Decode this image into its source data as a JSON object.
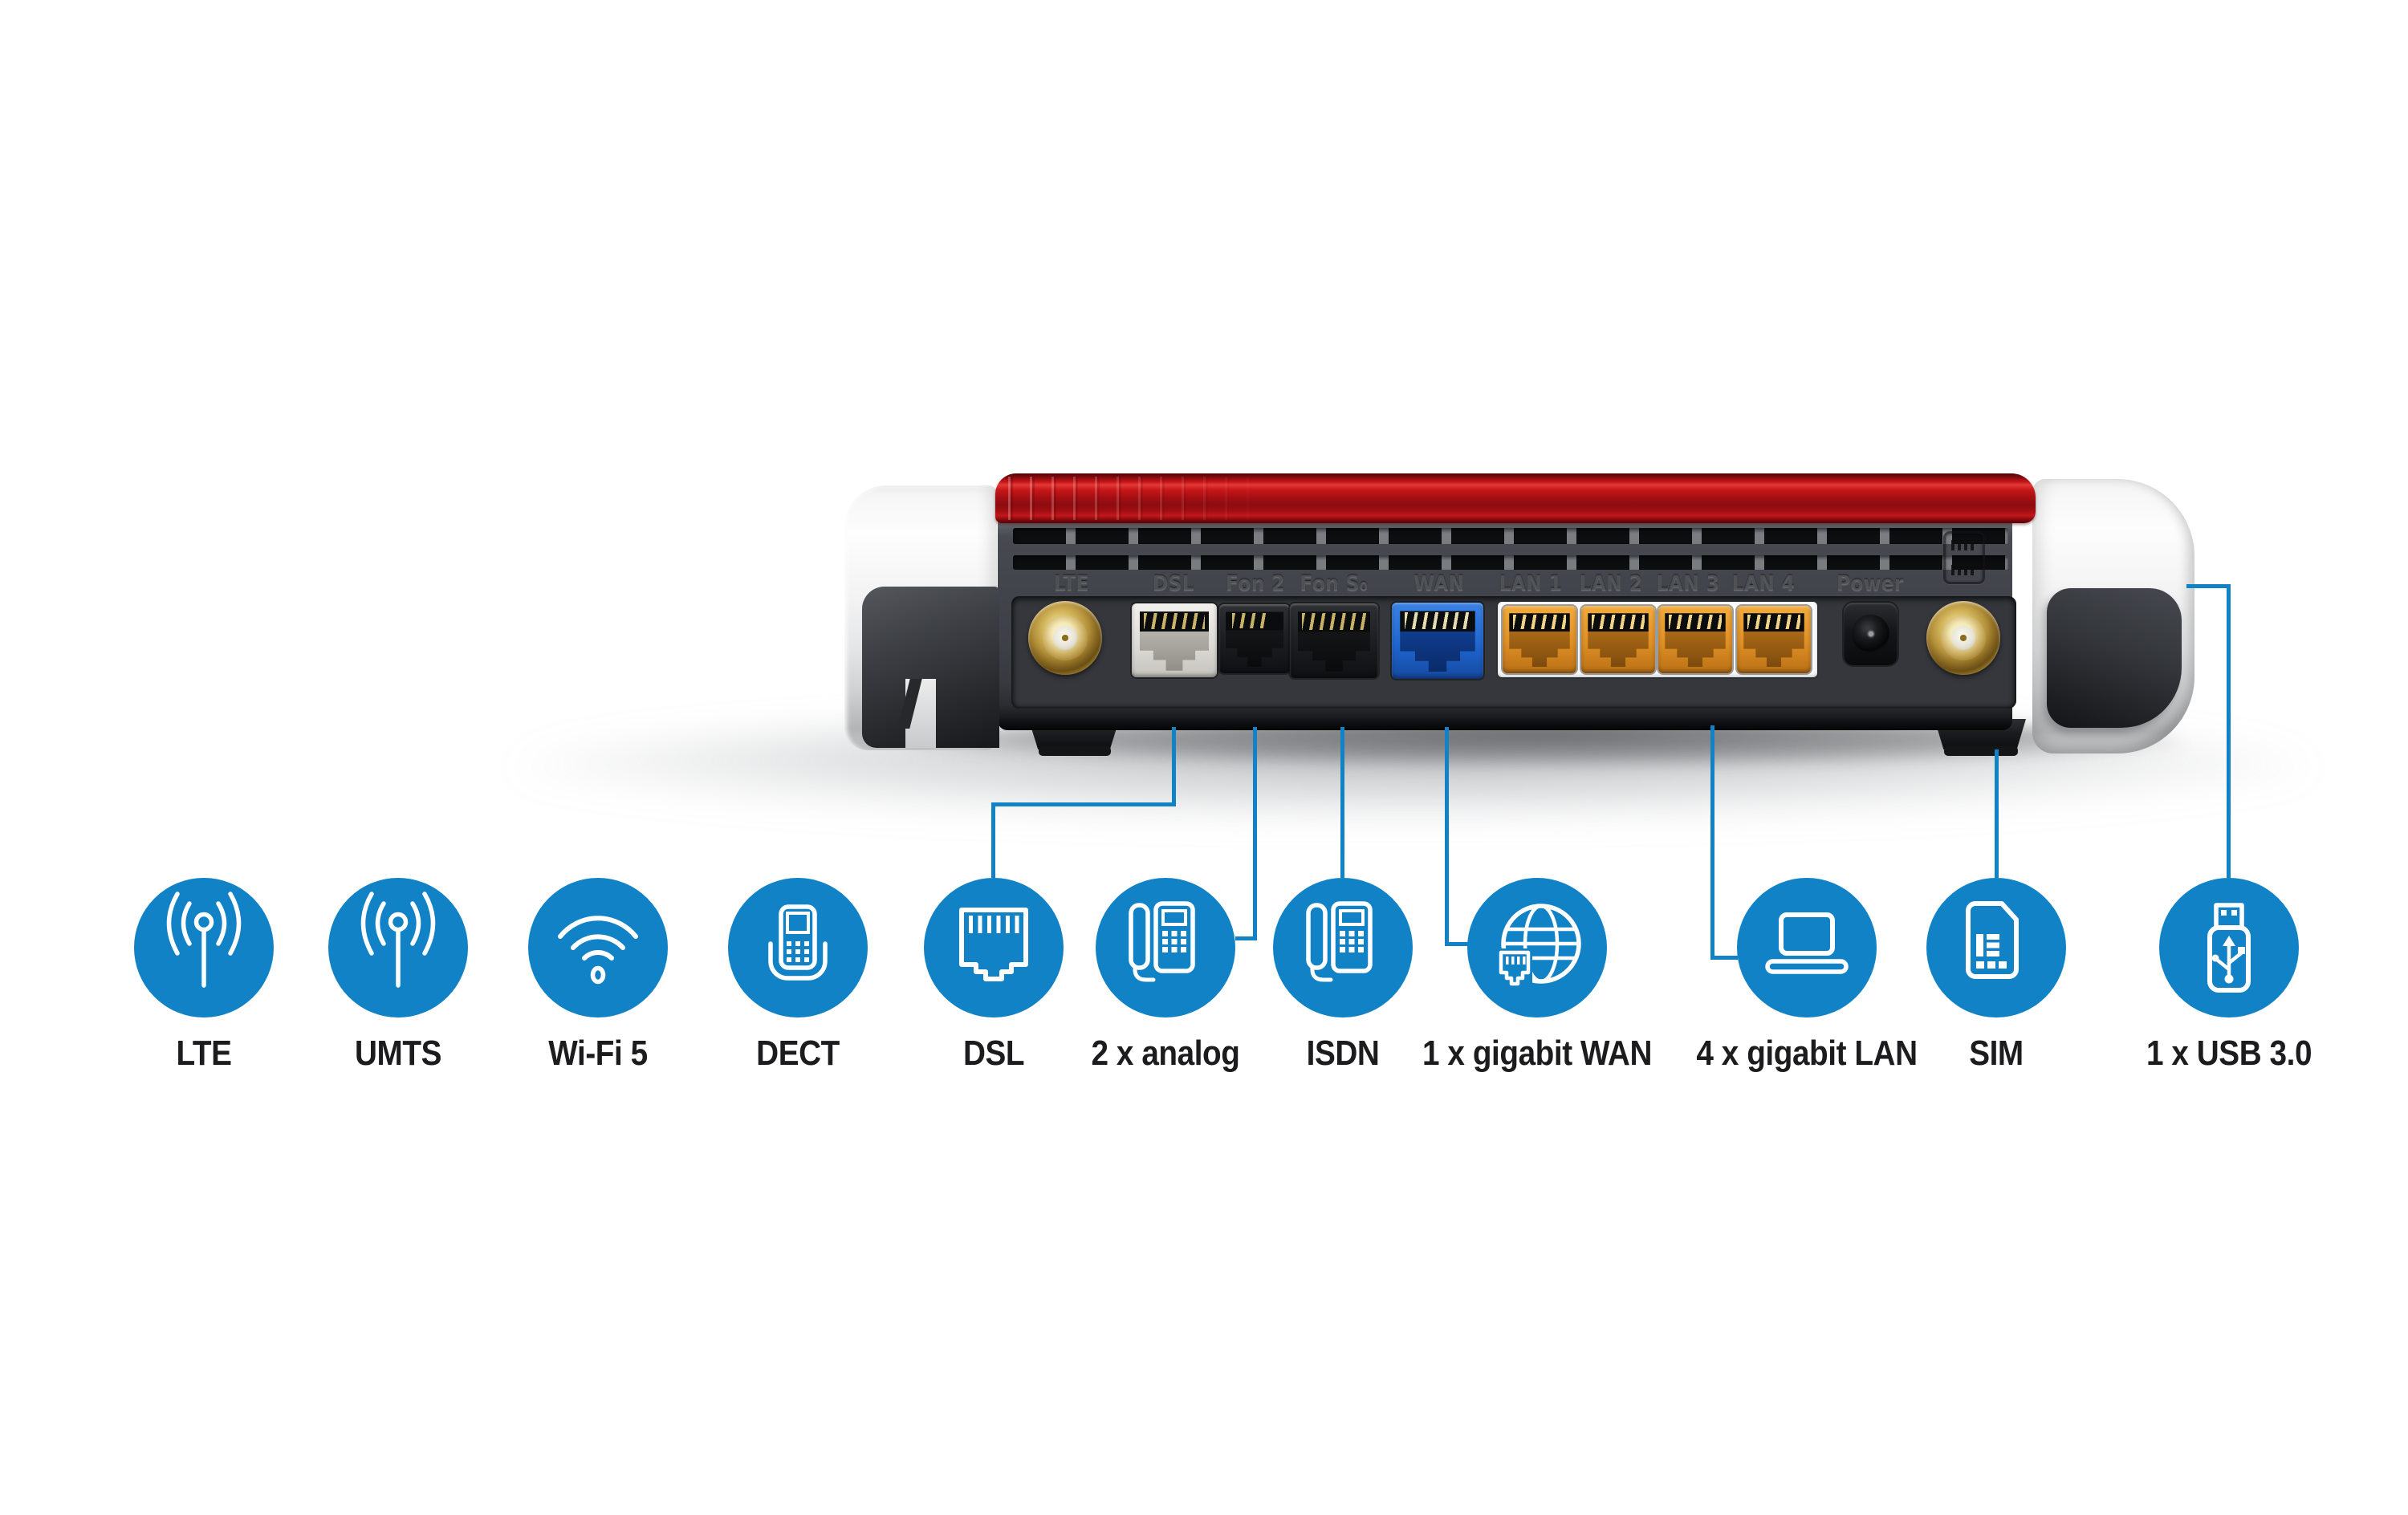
{
  "colors": {
    "accent_blue": "#1182c6",
    "router_red": "#b01114",
    "body_dark": "#3c3f45",
    "lan_orange": "#df8f25",
    "wan_blue": "#1f66cf",
    "label_text": "#1c1c1e"
  },
  "router": {
    "port_labels": [
      {
        "label": "LTE"
      },
      {
        "label": "DSL"
      },
      {
        "label": "Fon 2"
      },
      {
        "label": "Fon S₀"
      },
      {
        "label": "WAN"
      },
      {
        "label": "LAN 1"
      },
      {
        "label": "LAN 2"
      },
      {
        "label": "LAN 3"
      },
      {
        "label": "LAN 4"
      },
      {
        "label": "Power"
      }
    ]
  },
  "legend": {
    "items": [
      {
        "label": "LTE",
        "icon": "antenna-icon"
      },
      {
        "label": "UMTS",
        "icon": "antenna-icon"
      },
      {
        "label": "Wi-Fi 5",
        "icon": "wifi-icon"
      },
      {
        "label": "DECT",
        "icon": "cordless-phone-icon"
      },
      {
        "label": "DSL",
        "icon": "rj45-jack-icon"
      },
      {
        "label": "2 x analog",
        "icon": "desk-phone-icon"
      },
      {
        "label": "ISDN",
        "icon": "desk-phone-icon"
      },
      {
        "label": "1 x gigabit WAN",
        "icon": "globe-icon"
      },
      {
        "label": "4 x gigabit LAN",
        "icon": "laptop-icon"
      },
      {
        "label": "SIM",
        "icon": "sim-card-icon"
      },
      {
        "label": "1 x USB 3.0",
        "icon": "usb-stick-icon"
      }
    ]
  }
}
